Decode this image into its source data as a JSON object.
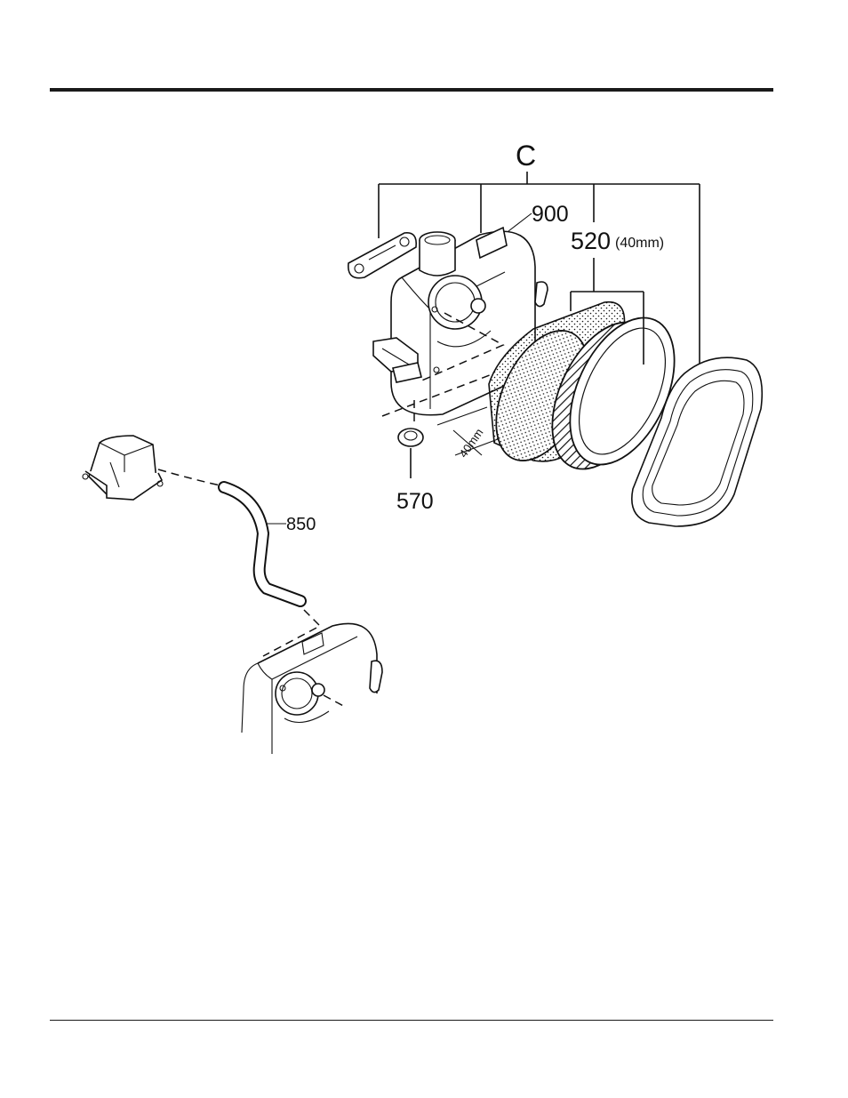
{
  "labels": {
    "assembly": "C",
    "cover": "900",
    "element": "520",
    "element_size": "(40mm)",
    "wing_nut": "570",
    "hose": "850",
    "dimension": "40mm"
  }
}
